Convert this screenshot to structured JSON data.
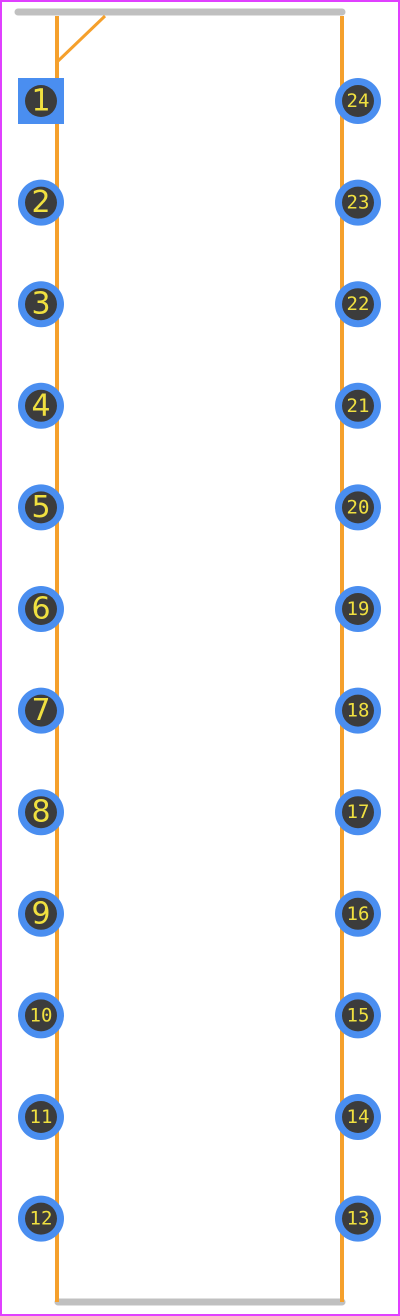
{
  "footprint": {
    "colors": {
      "board_outline": "#e040ff",
      "silkscreen": "#f5a02c",
      "courtyard": "#c0c0c0",
      "pad": "#4a8ef0",
      "drill": "#3c3c3c",
      "pin_text": "#f0e040"
    },
    "pin1_pad_shape": "square",
    "pins_left": [
      "1",
      "2",
      "3",
      "4",
      "5",
      "6",
      "7",
      "8",
      "9",
      "10",
      "11",
      "12"
    ],
    "pins_right": [
      "24",
      "23",
      "22",
      "21",
      "20",
      "19",
      "18",
      "17",
      "16",
      "15",
      "14",
      "13"
    ]
  }
}
